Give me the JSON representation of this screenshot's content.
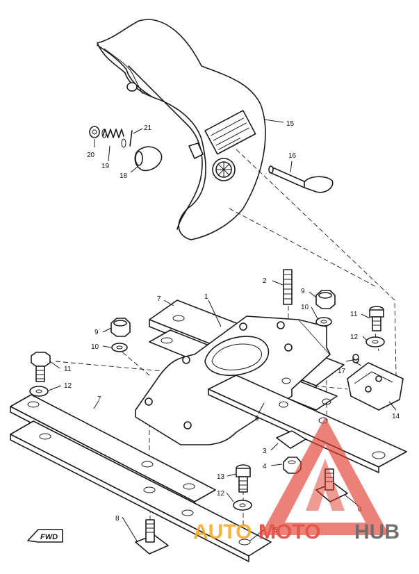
{
  "callouts": {
    "c1": "1",
    "c2": "2",
    "c3": "3",
    "c4": "4",
    "c5": "5",
    "c6a": "6",
    "c6b": "6",
    "c7a": "7",
    "c7b": "7",
    "c8": "8",
    "c9a": "9",
    "c9b": "9",
    "c10a": "10",
    "c10b": "10",
    "c11a": "11",
    "c11b": "11",
    "c12a": "12",
    "c12b": "12",
    "c12c": "12",
    "c13": "13",
    "c14": "14",
    "c15": "15",
    "c16": "16",
    "c17": "17",
    "c18": "18",
    "c19": "19",
    "c20": "20",
    "c21": "21"
  },
  "front_arrow": "FWD",
  "watermark": {
    "part1": "AUTO",
    "part2": "MOTO",
    "part3": "HUB",
    "color_orange": "#f5a623",
    "color_red": "#e03a2c",
    "color_gray": "#555555"
  },
  "colors": {
    "ink": "#1a1a1a",
    "paper": "#ffffff"
  }
}
